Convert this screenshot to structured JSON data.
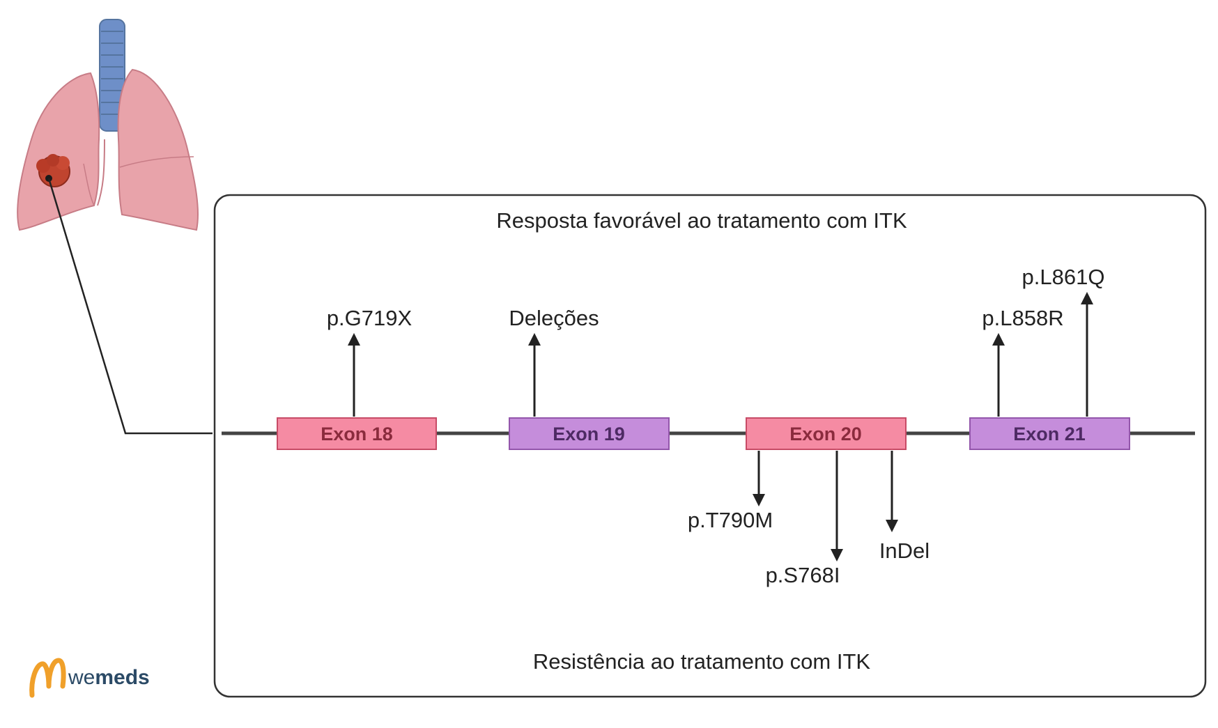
{
  "title_top": "Resposta favorável ao tratamento com ITK",
  "title_bottom": "Resistência ao tratamento com ITK",
  "exons": [
    {
      "label": "Exon 18",
      "fill": "#f58ba3",
      "stroke": "#c74b66",
      "text_color": "#8a2b3d"
    },
    {
      "label": "Exon 19",
      "fill": "#c58ddb",
      "stroke": "#9356ab",
      "text_color": "#4d2a63"
    },
    {
      "label": "Exon 20",
      "fill": "#f58ba3",
      "stroke": "#c74b66",
      "text_color": "#8a2b3d"
    },
    {
      "label": "Exon 21",
      "fill": "#c58ddb",
      "stroke": "#9356ab",
      "text_color": "#4d2a63"
    }
  ],
  "mutations_favorable": [
    "p.G719X",
    "Deleções",
    "p.L858R",
    "p.L861Q"
  ],
  "mutations_resistance": [
    "p.T790M",
    "p.S768I",
    "InDel"
  ],
  "brand": {
    "prefix": "we",
    "suffix": "meds",
    "logo_color": "#f0a02a",
    "text_color": "#2b4a66"
  },
  "icons": [
    "lungs-with-tumor-icon",
    "wemeds-logo-icon"
  ]
}
